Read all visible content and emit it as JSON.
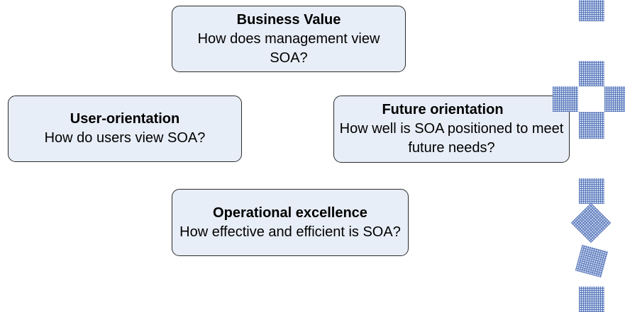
{
  "boxes": {
    "business_value": {
      "title": "Business Value",
      "question": "How does management view SOA?"
    },
    "user_orientation": {
      "title": "User-orientation",
      "question": "How do users view SOA?"
    },
    "future_orientation": {
      "title": "Future orientation",
      "question": "How well is SOA positioned to meet future needs?"
    },
    "operational_excellence": {
      "title": "Operational excellence",
      "question": "How effective and efficient is SOA?"
    }
  },
  "colors": {
    "box_fill": "#e8eef7",
    "box_border": "#2b2b2b",
    "pattern_fill": "#c9d7ef",
    "pattern_grid": "#506eb4"
  },
  "decorations": {
    "pattern_style": "blue-grid-pattern"
  }
}
